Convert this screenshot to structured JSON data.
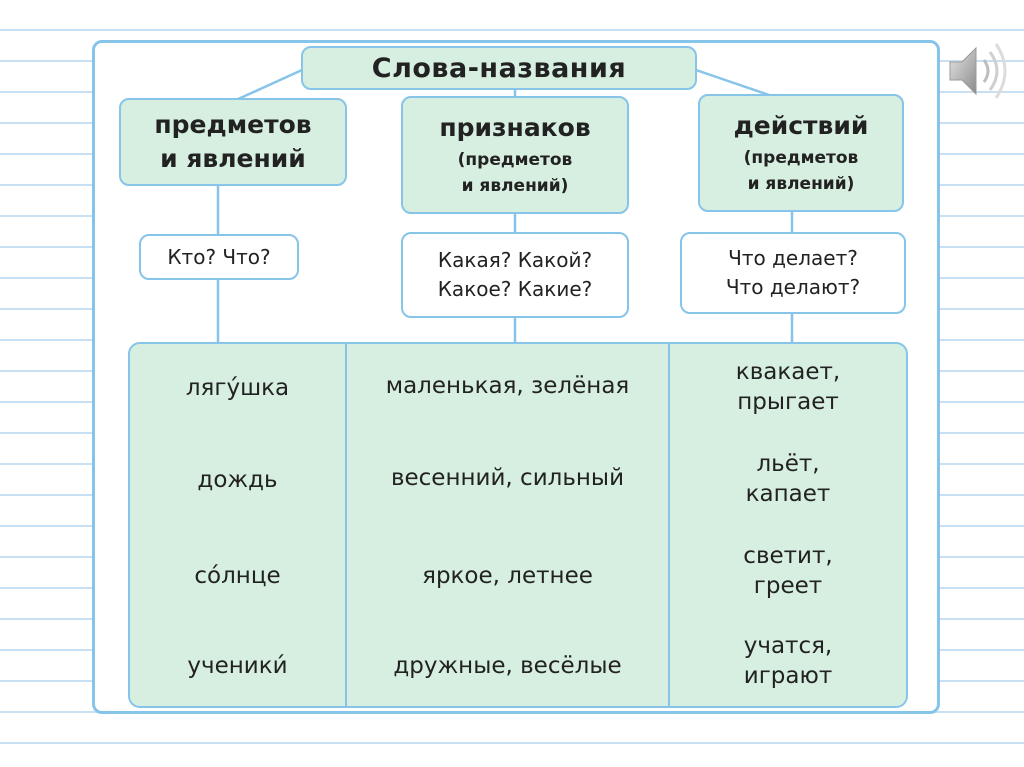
{
  "title": "Слова-названия",
  "categories": [
    {
      "name_lines": [
        "предметов",
        "и явлений"
      ],
      "sub_lines": [],
      "questions": [
        "Кто? Что?"
      ]
    },
    {
      "name_lines": [
        "признаков"
      ],
      "sub_lines": [
        "(предметов",
        "и явлений)"
      ],
      "questions": [
        "Какая? Какой?",
        "Какое? Какие?"
      ]
    },
    {
      "name_lines": [
        "действий"
      ],
      "sub_lines": [
        "(предметов",
        "и явлений)"
      ],
      "questions": [
        "Что делает?",
        "Что делают?"
      ]
    }
  ],
  "rows": [
    {
      "object": "лягу́шка",
      "attributes": "маленькая, зелёная",
      "actions": [
        "квакает,",
        "прыгает"
      ]
    },
    {
      "object": "дождь",
      "attributes": "весенний, сильный",
      "actions": [
        "льёт,",
        "капает"
      ]
    },
    {
      "object": "со́лнце",
      "attributes": "яркое, летнее",
      "actions": [
        "светит,",
        "греет"
      ]
    },
    {
      "object": "ученики́",
      "attributes": "дружные, весёлые",
      "actions": [
        "учатся,",
        "играют"
      ]
    }
  ],
  "colors": {
    "border": "#86c4ea",
    "fill": "#d7efe0",
    "ruling": "#c9dff2"
  },
  "icons": {
    "audio": "speaker-icon"
  }
}
